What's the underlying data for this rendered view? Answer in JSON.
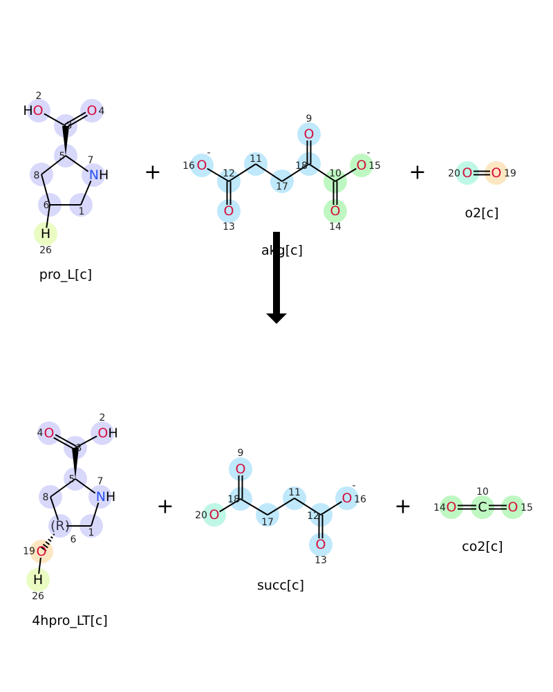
{
  "colors": {
    "pro": "#d8d8fb",
    "blue": "#bfe8fb",
    "green": "#bff7c2",
    "cyan": "#bff7e6",
    "orange": "#fde6c2",
    "lime": "#eafcc2",
    "oxygen": "#d4103c",
    "nitrogen": "#2850f0",
    "text": "#000000"
  },
  "operators": [
    "+",
    "+",
    "+",
    "+"
  ],
  "molecules": [
    {
      "id": "pro_L",
      "label": "pro_L[c]",
      "atoms": [
        {
          "sym": "HO",
          "num": "2",
          "hl": "pro"
        },
        {
          "sym": "O",
          "num": "4",
          "hl": "pro"
        },
        {
          "sym": "",
          "num": "3",
          "hl": "pro"
        },
        {
          "sym": "",
          "num": "5",
          "hl": "pro"
        },
        {
          "sym": "NH",
          "num": "7",
          "hl": "pro"
        },
        {
          "sym": "",
          "num": "8",
          "hl": "pro"
        },
        {
          "sym": "",
          "num": "6",
          "hl": "pro"
        },
        {
          "sym": "",
          "num": "1",
          "hl": "pro"
        },
        {
          "sym": "H",
          "num": "26",
          "hl": "lime"
        }
      ]
    },
    {
      "id": "akg",
      "label": "akg[c]",
      "atoms": [
        {
          "sym": "O",
          "num": "16",
          "hl": "blue",
          "charge": "-"
        },
        {
          "sym": "",
          "num": "12",
          "hl": "blue"
        },
        {
          "sym": "O",
          "num": "13",
          "hl": "blue"
        },
        {
          "sym": "",
          "num": "11",
          "hl": "blue"
        },
        {
          "sym": "",
          "num": "17",
          "hl": "blue"
        },
        {
          "sym": "",
          "num": "18",
          "hl": "blue"
        },
        {
          "sym": "O",
          "num": "9",
          "hl": "blue"
        },
        {
          "sym": "",
          "num": "10",
          "hl": "green"
        },
        {
          "sym": "O",
          "num": "15",
          "hl": "green",
          "charge": "-"
        },
        {
          "sym": "O",
          "num": "14",
          "hl": "green"
        }
      ]
    },
    {
      "id": "o2",
      "label": "o2[c]",
      "atoms": [
        {
          "sym": "O",
          "num": "20",
          "hl": "cyan"
        },
        {
          "sym": "O",
          "num": "19",
          "hl": "orange"
        }
      ]
    },
    {
      "id": "4hpro_LT",
      "label": "4hpro_LT[c]",
      "atoms": [
        {
          "sym": "O",
          "num": "4",
          "hl": "pro"
        },
        {
          "sym": "OH",
          "num": "2",
          "hl": "pro"
        },
        {
          "sym": "",
          "num": "3",
          "hl": "pro"
        },
        {
          "sym": "",
          "num": "5",
          "hl": "pro"
        },
        {
          "sym": "",
          "num": "8",
          "hl": "pro"
        },
        {
          "sym": "NH",
          "num": "7",
          "hl": "pro"
        },
        {
          "sym": "(R)",
          "num": "6",
          "hl": "pro"
        },
        {
          "sym": "",
          "num": "1",
          "hl": "pro"
        },
        {
          "sym": "O",
          "num": "19",
          "hl": "orange"
        },
        {
          "sym": "H",
          "num": "26",
          "hl": "lime"
        }
      ]
    },
    {
      "id": "succ",
      "label": "succ[c]",
      "atoms": [
        {
          "sym": "O",
          "num": "9",
          "hl": "blue"
        },
        {
          "sym": "",
          "num": "18",
          "hl": "blue"
        },
        {
          "sym": "O",
          "num": "20",
          "hl": "cyan"
        },
        {
          "sym": "",
          "num": "17",
          "hl": "blue"
        },
        {
          "sym": "",
          "num": "11",
          "hl": "blue"
        },
        {
          "sym": "",
          "num": "12",
          "hl": "blue"
        },
        {
          "sym": "O",
          "num": "16",
          "hl": "blue",
          "charge": "-"
        },
        {
          "sym": "O",
          "num": "13",
          "hl": "blue"
        }
      ]
    },
    {
      "id": "co2",
      "label": "co2[c]",
      "atoms": [
        {
          "sym": "O",
          "num": "14",
          "hl": "green"
        },
        {
          "sym": "C",
          "num": "10",
          "hl": "green"
        },
        {
          "sym": "O",
          "num": "15",
          "hl": "green"
        }
      ]
    }
  ]
}
